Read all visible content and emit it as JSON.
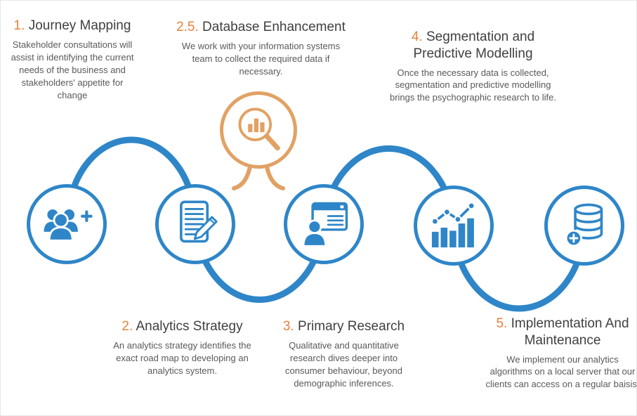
{
  "palette": {
    "blue": "#2E86C8",
    "orange": "#E8823C",
    "soft_orange": "#E2A164",
    "title_color": "#404040",
    "body_color": "#595959",
    "background": "#FFFFFF"
  },
  "steps": [
    {
      "key": "journey-mapping",
      "number": "1.",
      "title": "Journey Mapping",
      "description": "Stakeholder consultations will assist in identifying the current needs of the business and stakeholders' appetite for change"
    },
    {
      "key": "analytics-strategy",
      "number": "2.",
      "title": "Analytics Strategy",
      "description": "An analytics strategy identifies the exact road map to developing an analytics system."
    },
    {
      "key": "database-enhancement",
      "number": "2.5.",
      "title": "Database Enhancement",
      "description": "We work with your information systems team to collect the required data if necessary."
    },
    {
      "key": "primary-research",
      "number": "3.",
      "title": "Primary Research",
      "description": "Qualitative and quantitative research dives deeper into consumer behaviour, beyond demographic inferences."
    },
    {
      "key": "segmentation-predictive-modelling",
      "number": "4.",
      "title": "Segmentation and Predictive Modelling",
      "description": "Once the necessary data is collected, segmentation and predictive modelling brings the psychographic research to life."
    },
    {
      "key": "implementation-maintenance",
      "number": "5.",
      "title": "Implementation And Maintenance",
      "description": "We implement our analytics algorithms on a local server that our clients can access on a regular baisis."
    }
  ],
  "icons": {
    "journey_mapping": "people-group-icon",
    "analytics_strategy": "document-pencil-icon",
    "database_enhancement": "magnifier-bar-chart-icon",
    "primary_research": "user-browser-icon",
    "segmentation_predictive_modelling": "bar-line-chart-icon",
    "implementation_maintenance": "database-plus-icon"
  }
}
